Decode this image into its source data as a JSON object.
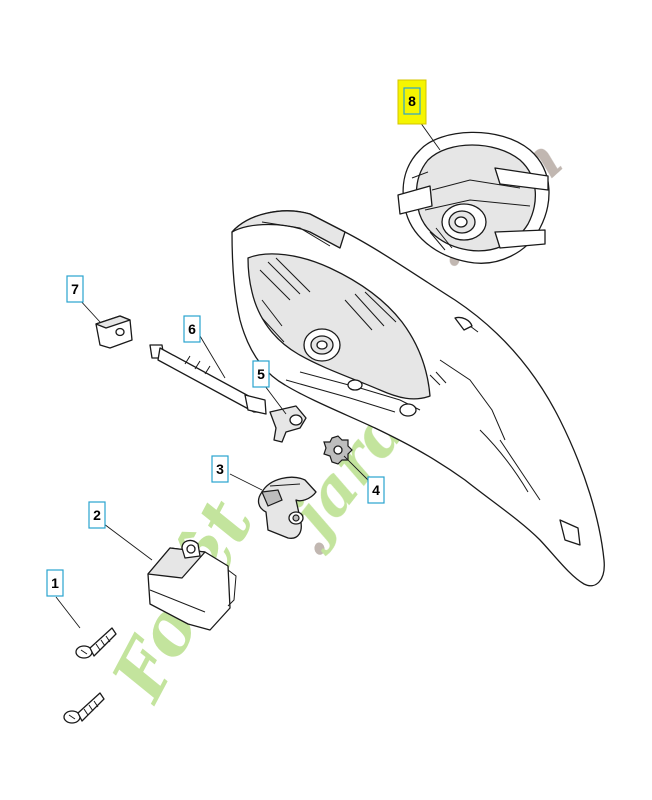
{
  "callouts": {
    "c1": "1",
    "c2": "2",
    "c3": "3",
    "c4": "4",
    "c5": "5",
    "c6": "6",
    "c7": "7",
    "c8": "8"
  },
  "colors": {
    "callout_border": "#29a3cf",
    "highlight_fill": "#f5f500",
    "highlight_border": "#d4c400",
    "watermark_green": "#b9df8c",
    "watermark_grey": "#b6aaa3"
  },
  "watermark": {
    "brand": "Forêt",
    "dot": ".",
    "rest": "jardin",
    "suffix": ".com"
  }
}
